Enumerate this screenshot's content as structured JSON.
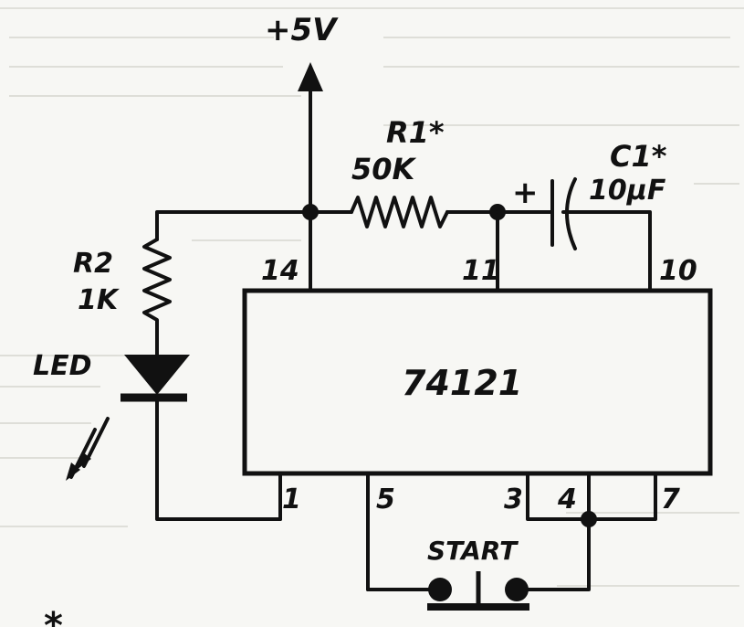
{
  "schematic": {
    "supply_label": "+5V",
    "r1": {
      "name": "R1*",
      "value": "50K"
    },
    "c1": {
      "name": "C1*",
      "value": "10µF",
      "polarity": "+"
    },
    "r2": {
      "name": "R2",
      "value": "1K"
    },
    "led_label": "LED",
    "ic_label": "74121",
    "pins": {
      "p14": "14",
      "p11": "11",
      "p10": "10",
      "p1": "1",
      "p5": "5",
      "p3": "3",
      "p4": "4",
      "p7": "7"
    },
    "switch_label": "START",
    "footnote_mark": "*"
  },
  "colors": {
    "ink": "#111111",
    "paper": "#f7f7f4",
    "bleed": "#c9c9c4"
  }
}
